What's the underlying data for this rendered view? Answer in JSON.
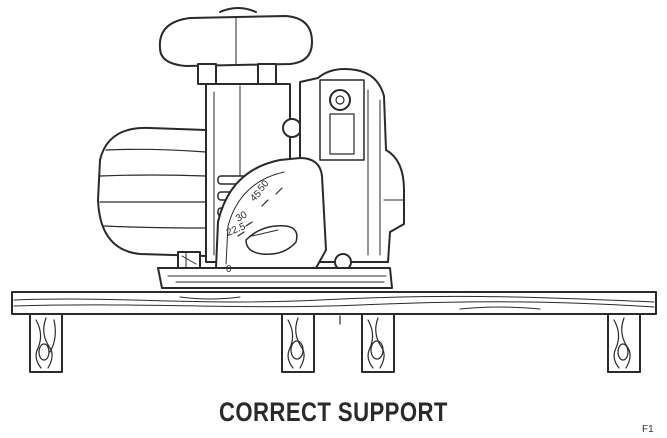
{
  "caption": "CORRECT SUPPORT",
  "figure_ref": "F1",
  "bevel_scale": {
    "labels": [
      "50",
      "45",
      "30",
      "22.5",
      "0"
    ]
  },
  "colors": {
    "ink": "#2a2a2a",
    "background": "#ffffff"
  }
}
